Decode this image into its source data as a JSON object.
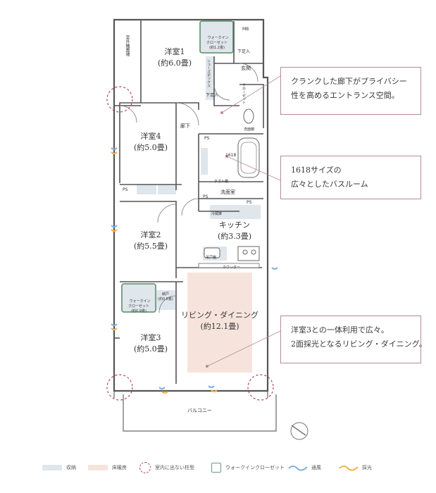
{
  "rooms": {
    "western1_name": "洋室1",
    "western1_size": "(約6.0畳)",
    "western4_name": "洋室4",
    "western4_size": "(約5.0畳)",
    "western2_name": "洋室2",
    "western2_size": "(約5.5畳)",
    "western3_name": "洋室3",
    "western3_size": "(約5.0畳)",
    "kitchen_name": "キッチン",
    "kitchen_size": "(約3.3畳)",
    "living_name": "リビング・ダイニング",
    "living_size": "(約12.1畳)"
  },
  "labels": {
    "mb": "MB",
    "outdoor_storage": "室外機置場",
    "wic_top": "ウォークイン\nクローゼット",
    "wic_top_size": "(約1.2畳)",
    "entrance": "玄関",
    "shoes_in": "下足入",
    "shoe_cabinet": "シューズボックス",
    "shoes_in2": "下足入",
    "hallway": "廊下",
    "closet_hall": "クローゼット",
    "toilet_storage": "洗面棚",
    "ps1": "PS",
    "ps2": "PS",
    "ps3": "PS",
    "ps4": "PS",
    "bath": "1618",
    "bath_storage": "タオル棚",
    "washroom": "洗面室",
    "wic_bottom": "ウォークイン\nクローゼット",
    "wic_bottom_size": "(約0.9畳)",
    "nando": "納戸",
    "nando_size": "(約0.6畳)",
    "counter": "カウンター",
    "kitchen_storage": "吊戸棚",
    "balcony": "バルコニー",
    "fridge": "冷蔵庫"
  },
  "callouts": [
    {
      "line1": "クランクした廊下がプライバシー",
      "line2": "性を高めるエントランス空間。"
    },
    {
      "line1": "1618サイズの",
      "line2": "広々としたバスルーム"
    },
    {
      "line1": "洋室3との一体利用で広々。",
      "line2": "2面採光となるリビング・ダイニング。"
    }
  ],
  "legend": {
    "storage": "収納",
    "floor_heating": "床暖房",
    "pillar": "室内に出ない柱型",
    "wic": "ウォークインクローゼット",
    "ventilation": "通風",
    "daylight": "採光"
  },
  "colors": {
    "storage": "#dfe6ec",
    "floor_heating": "#f6e4dc",
    "wic_border": "#6a9a7a",
    "callout_border": "#b68a97",
    "pillar_dash": "#b0425f",
    "ventilation": "#7fb2d8",
    "daylight": "#f3b24a"
  }
}
